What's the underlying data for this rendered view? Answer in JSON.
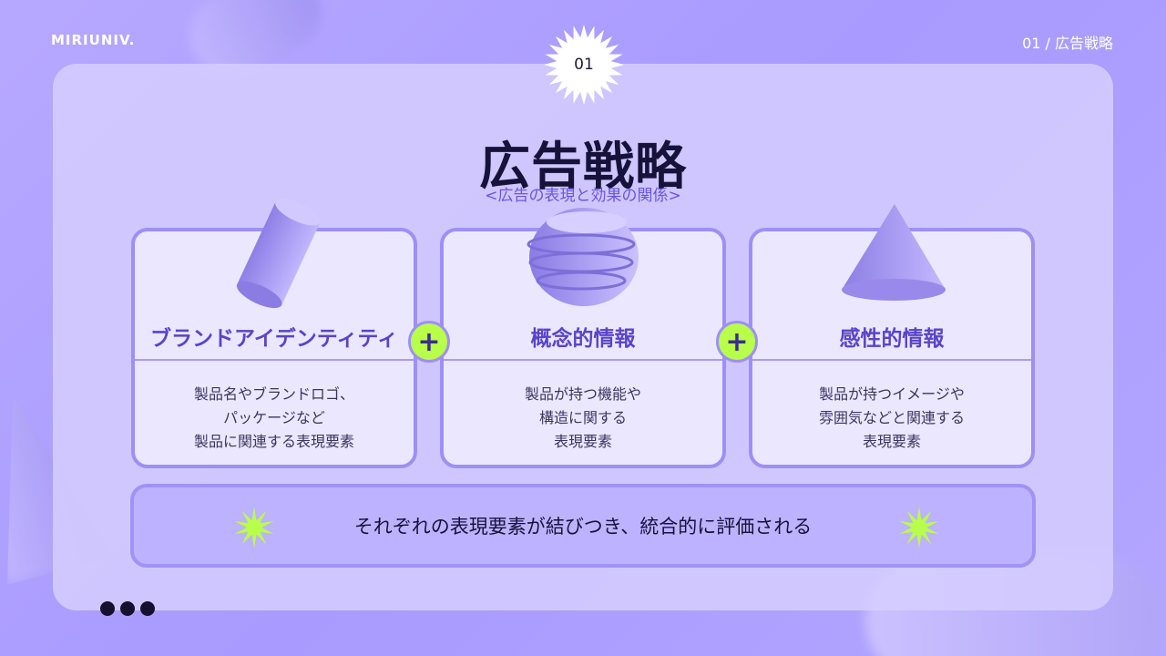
{
  "header": {
    "brand": "MIRIUNIV.",
    "page_label": "01 / 広告戦略"
  },
  "badge": {
    "number": "01"
  },
  "title": "広告戦略",
  "subtitle": "<広告の表現と効果の関係>",
  "cards": [
    {
      "title": "ブランドアイデンティティ",
      "lines": [
        "製品名やブランドロゴ、",
        "パッケージなど",
        "製品に関連する表現要素"
      ],
      "object_icon": "cylinder-icon"
    },
    {
      "title": "概念的情報",
      "lines": [
        "製品が持つ機能や",
        "構造に関する",
        "表現要素"
      ],
      "object_icon": "ribbed-sphere-icon"
    },
    {
      "title": "感性的情報",
      "lines": [
        "製品が持つイメージや",
        "雰囲気などと関連する",
        "表現要素"
      ],
      "object_icon": "cone-icon"
    }
  ],
  "plus_symbol": "+",
  "summary": "それぞれの表現要素が結びつき、統合的に評価される",
  "colors": {
    "background": "#b3a6ff",
    "accent": "#5a44c8",
    "highlight": "#b8ff4a"
  }
}
